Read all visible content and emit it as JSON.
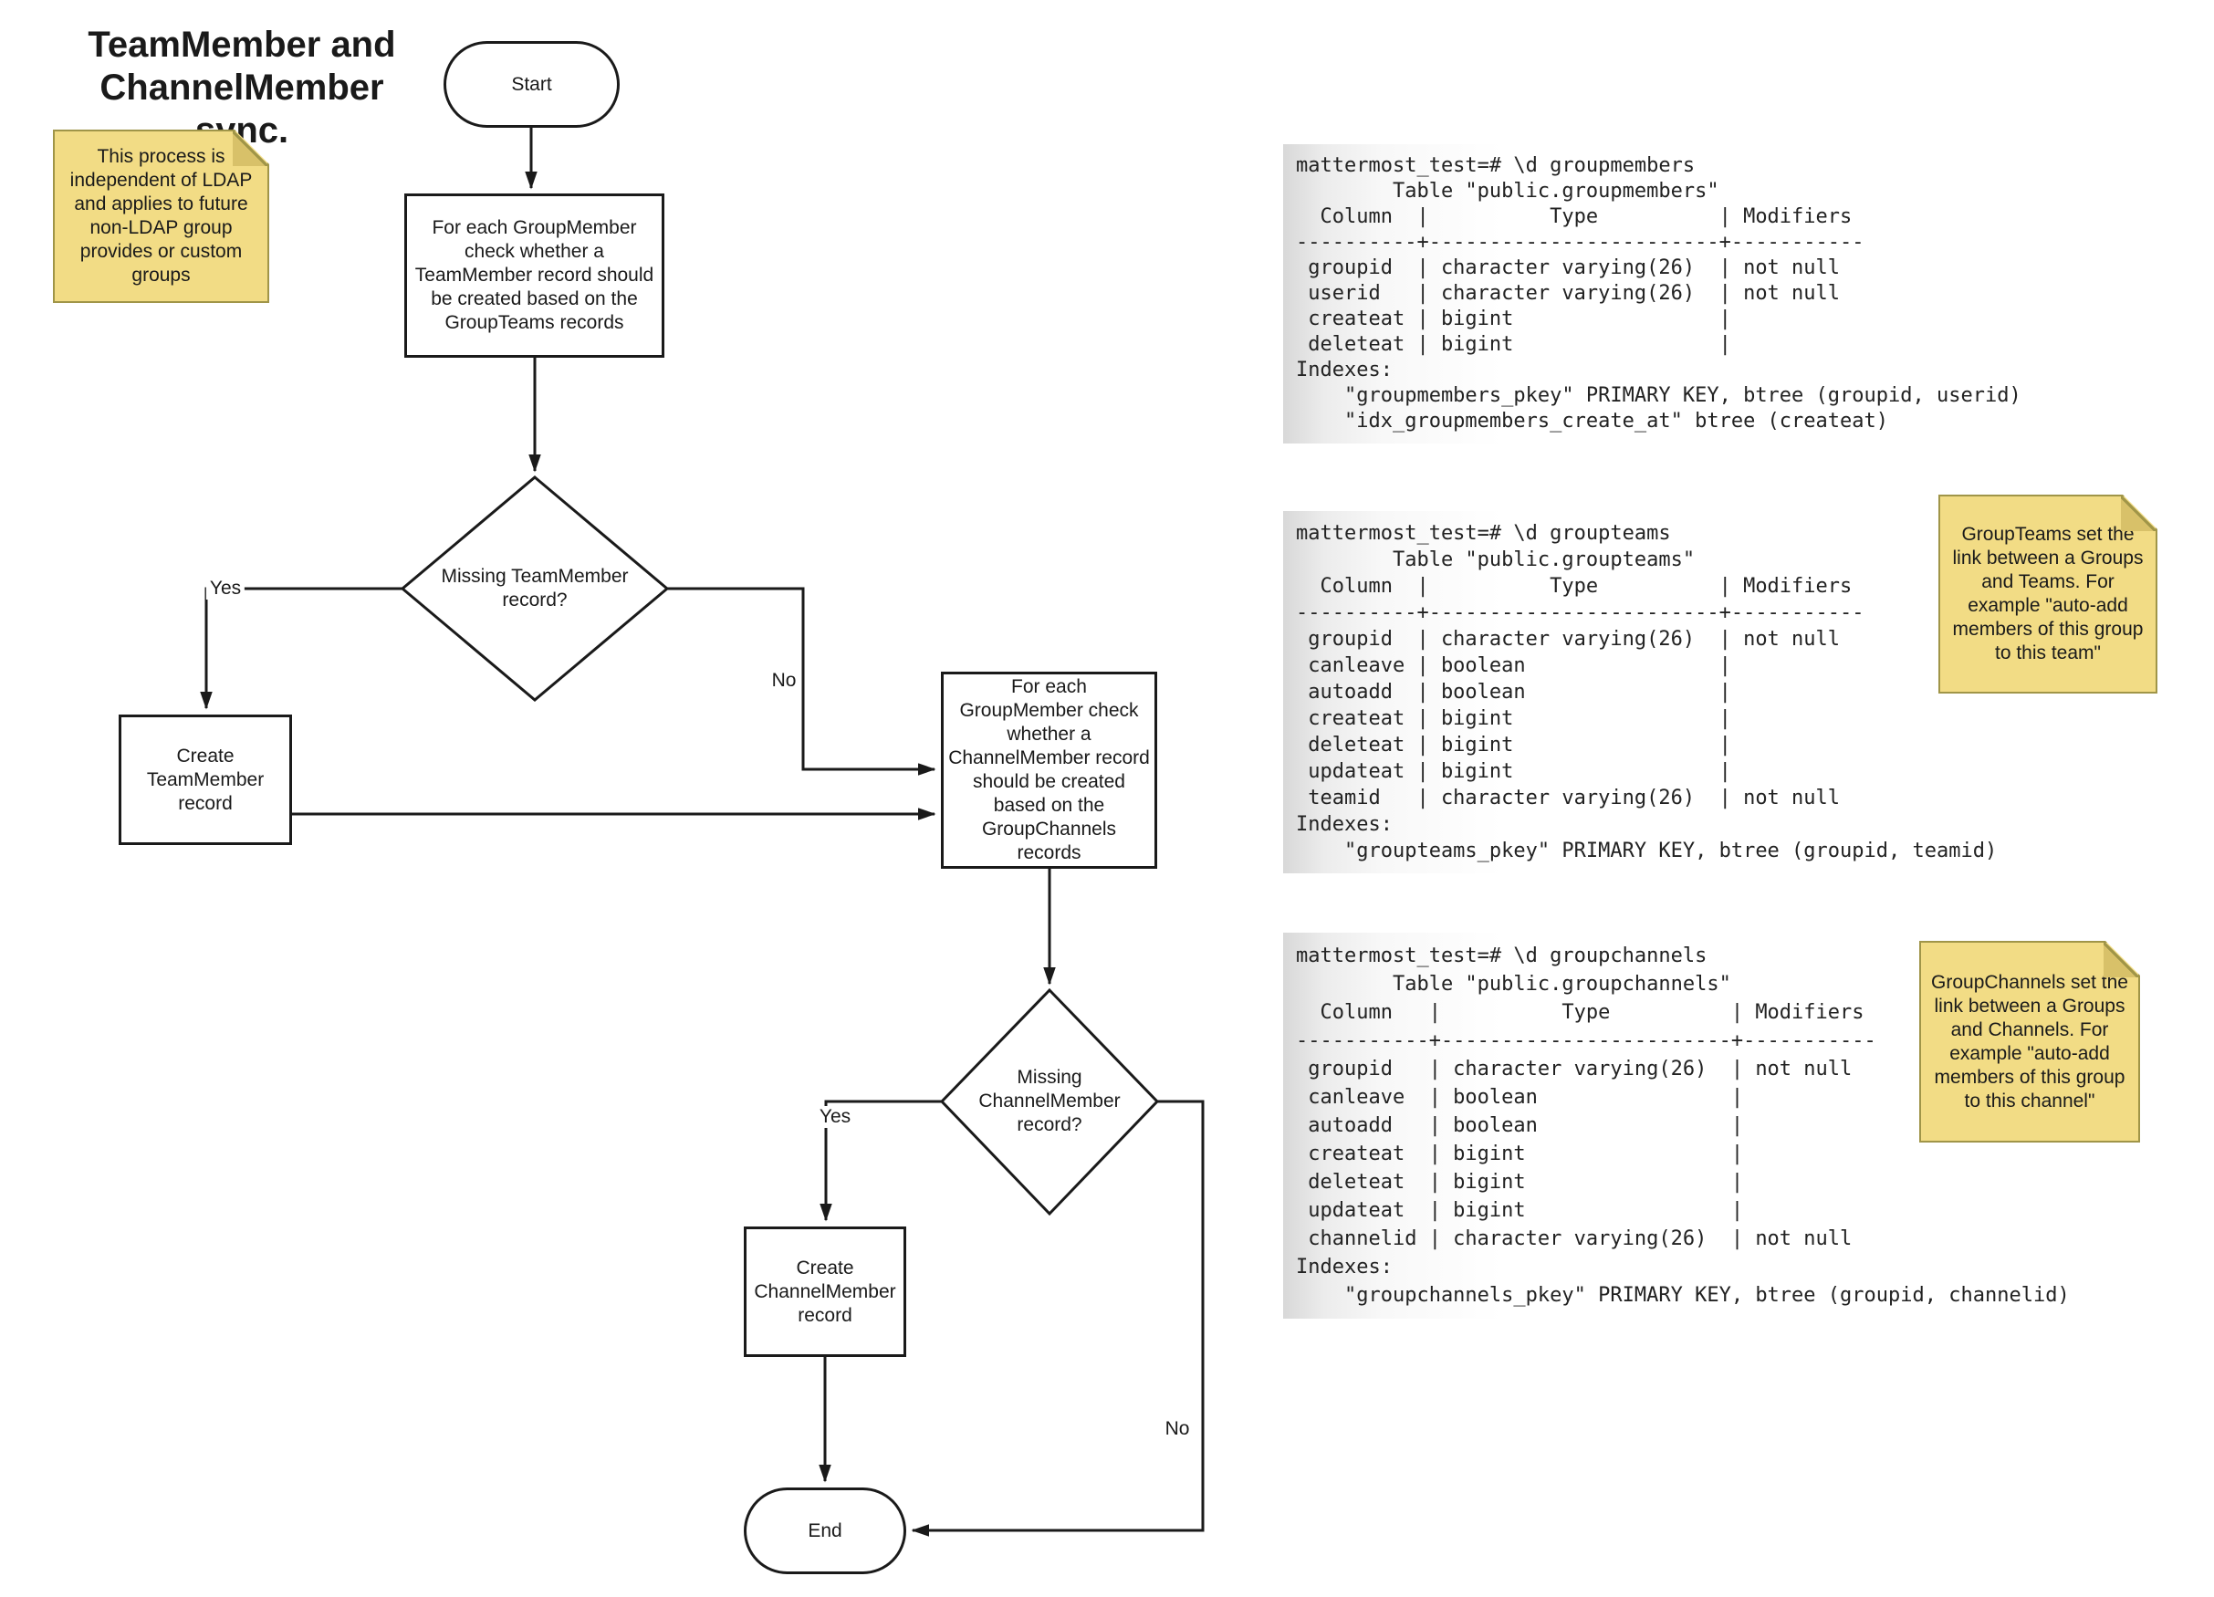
{
  "title": "TeamMember and\nChannelMember sync.",
  "flowchart": {
    "start_label": "Start",
    "step1_label": "For each GroupMember\ncheck whether a\nTeamMember record should\nbe created based on the\nGroupTeams records",
    "decision1_label": "Missing TeamMember\nrecord?",
    "decision1_yes": "Yes",
    "decision1_no": "No",
    "create_team_label": "Create\nTeamMember\nrecord",
    "step2_label": "For each\nGroupMember check\nwhether a\nChannelMember record\nshould be created\nbased on the\nGroupChannels\nrecords",
    "decision2_label": "Missing\nChannelMember\nrecord?",
    "decision2_yes": "Yes",
    "decision2_no": "No",
    "create_channel_label": "Create\nChannelMember\nrecord",
    "end_label": "End"
  },
  "notes": {
    "ldap": "This process is\nindependent of LDAP\nand applies to future\nnon-LDAP group\nprovides or custom\ngroups",
    "groupteams": "GroupTeams set the\nlink between a Groups\nand Teams. For\nexample \"auto-add\nmembers of this group\nto this team\"",
    "groupchannels": "GroupChannels set the\nlink between a Groups\nand Channels. For\nexample \"auto-add\nmembers of this group\nto this channel\""
  },
  "terminals": {
    "groupmembers": [
      "mattermost_test=# \\d groupmembers",
      "        Table \"public.groupmembers\"",
      "  Column  |          Type          | Modifiers",
      "----------+------------------------+-----------",
      " groupid  | character varying(26)  | not null",
      " userid   | character varying(26)  | not null",
      " createat | bigint                 |",
      " deleteat | bigint                 |",
      "Indexes:",
      "    \"groupmembers_pkey\" PRIMARY KEY, btree (groupid, userid)",
      "    \"idx_groupmembers_create_at\" btree (createat)"
    ],
    "groupteams": [
      "mattermost_test=# \\d groupteams",
      "        Table \"public.groupteams\"",
      "  Column  |          Type          | Modifiers",
      "----------+------------------------+-----------",
      " groupid  | character varying(26)  | not null",
      " canleave | boolean                |",
      " autoadd  | boolean                |",
      " createat | bigint                 |",
      " deleteat | bigint                 |",
      " updateat | bigint                 |",
      " teamid   | character varying(26)  | not null",
      "Indexes:",
      "    \"groupteams_pkey\" PRIMARY KEY, btree (groupid, teamid)"
    ],
    "groupchannels": [
      "mattermost_test=# \\d groupchannels",
      "        Table \"public.groupchannels\"",
      "  Column   |          Type          | Modifiers",
      "-----------+------------------------+-----------",
      " groupid   | character varying(26)  | not null",
      " canleave  | boolean                |",
      " autoadd   | boolean                |",
      " createat  | bigint                 |",
      " deleteat  | bigint                 |",
      " updateat  | bigint                 |",
      " channelid | character varying(26)  | not null",
      "Indexes:",
      "    \"groupchannels_pkey\" PRIMARY KEY, btree (groupid, channelid)"
    ]
  },
  "colors": {
    "note_fill": "#f2dc85",
    "note_border": "#a09548",
    "note_fold": "#d8c169",
    "line": "#1a1a1a",
    "terminal_edge_gray": "#d8d8d8"
  }
}
